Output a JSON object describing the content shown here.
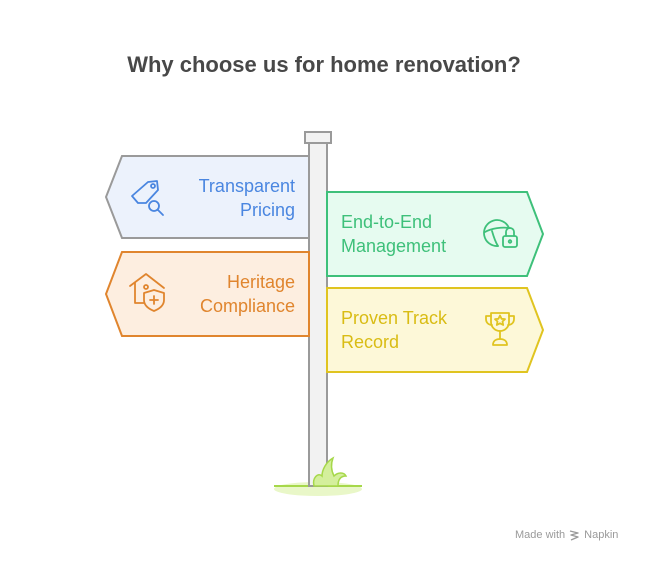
{
  "title": "Why choose us for home renovation?",
  "signs": [
    {
      "id": "transparent-pricing",
      "line1": "Transparent",
      "line2": "Pricing",
      "icon": "price-tag-search-icon",
      "stroke": "#4a86e0",
      "fill": "#ecf2fc",
      "border": "#9a9a9a",
      "direction": "left"
    },
    {
      "id": "end-to-end-management",
      "line1": "End-to-End",
      "line2": "Management",
      "icon": "globe-lock-icon",
      "stroke": "#3ec07a",
      "fill": "#e6fbf0",
      "border": "#3ec07a",
      "direction": "right"
    },
    {
      "id": "heritage-compliance",
      "line1": "Heritage",
      "line2": "Compliance",
      "icon": "house-shield-icon",
      "stroke": "#e0852e",
      "fill": "#fdeee0",
      "border": "#e0852e",
      "direction": "left"
    },
    {
      "id": "proven-track-record",
      "line1": "Proven Track",
      "line2": "Record",
      "icon": "trophy-star-icon",
      "stroke": "#e0c420",
      "fill": "#fdf8d8",
      "border": "#e0c420",
      "direction": "right"
    }
  ],
  "footer": {
    "made_with": "Made with",
    "brand": "Napkin"
  }
}
